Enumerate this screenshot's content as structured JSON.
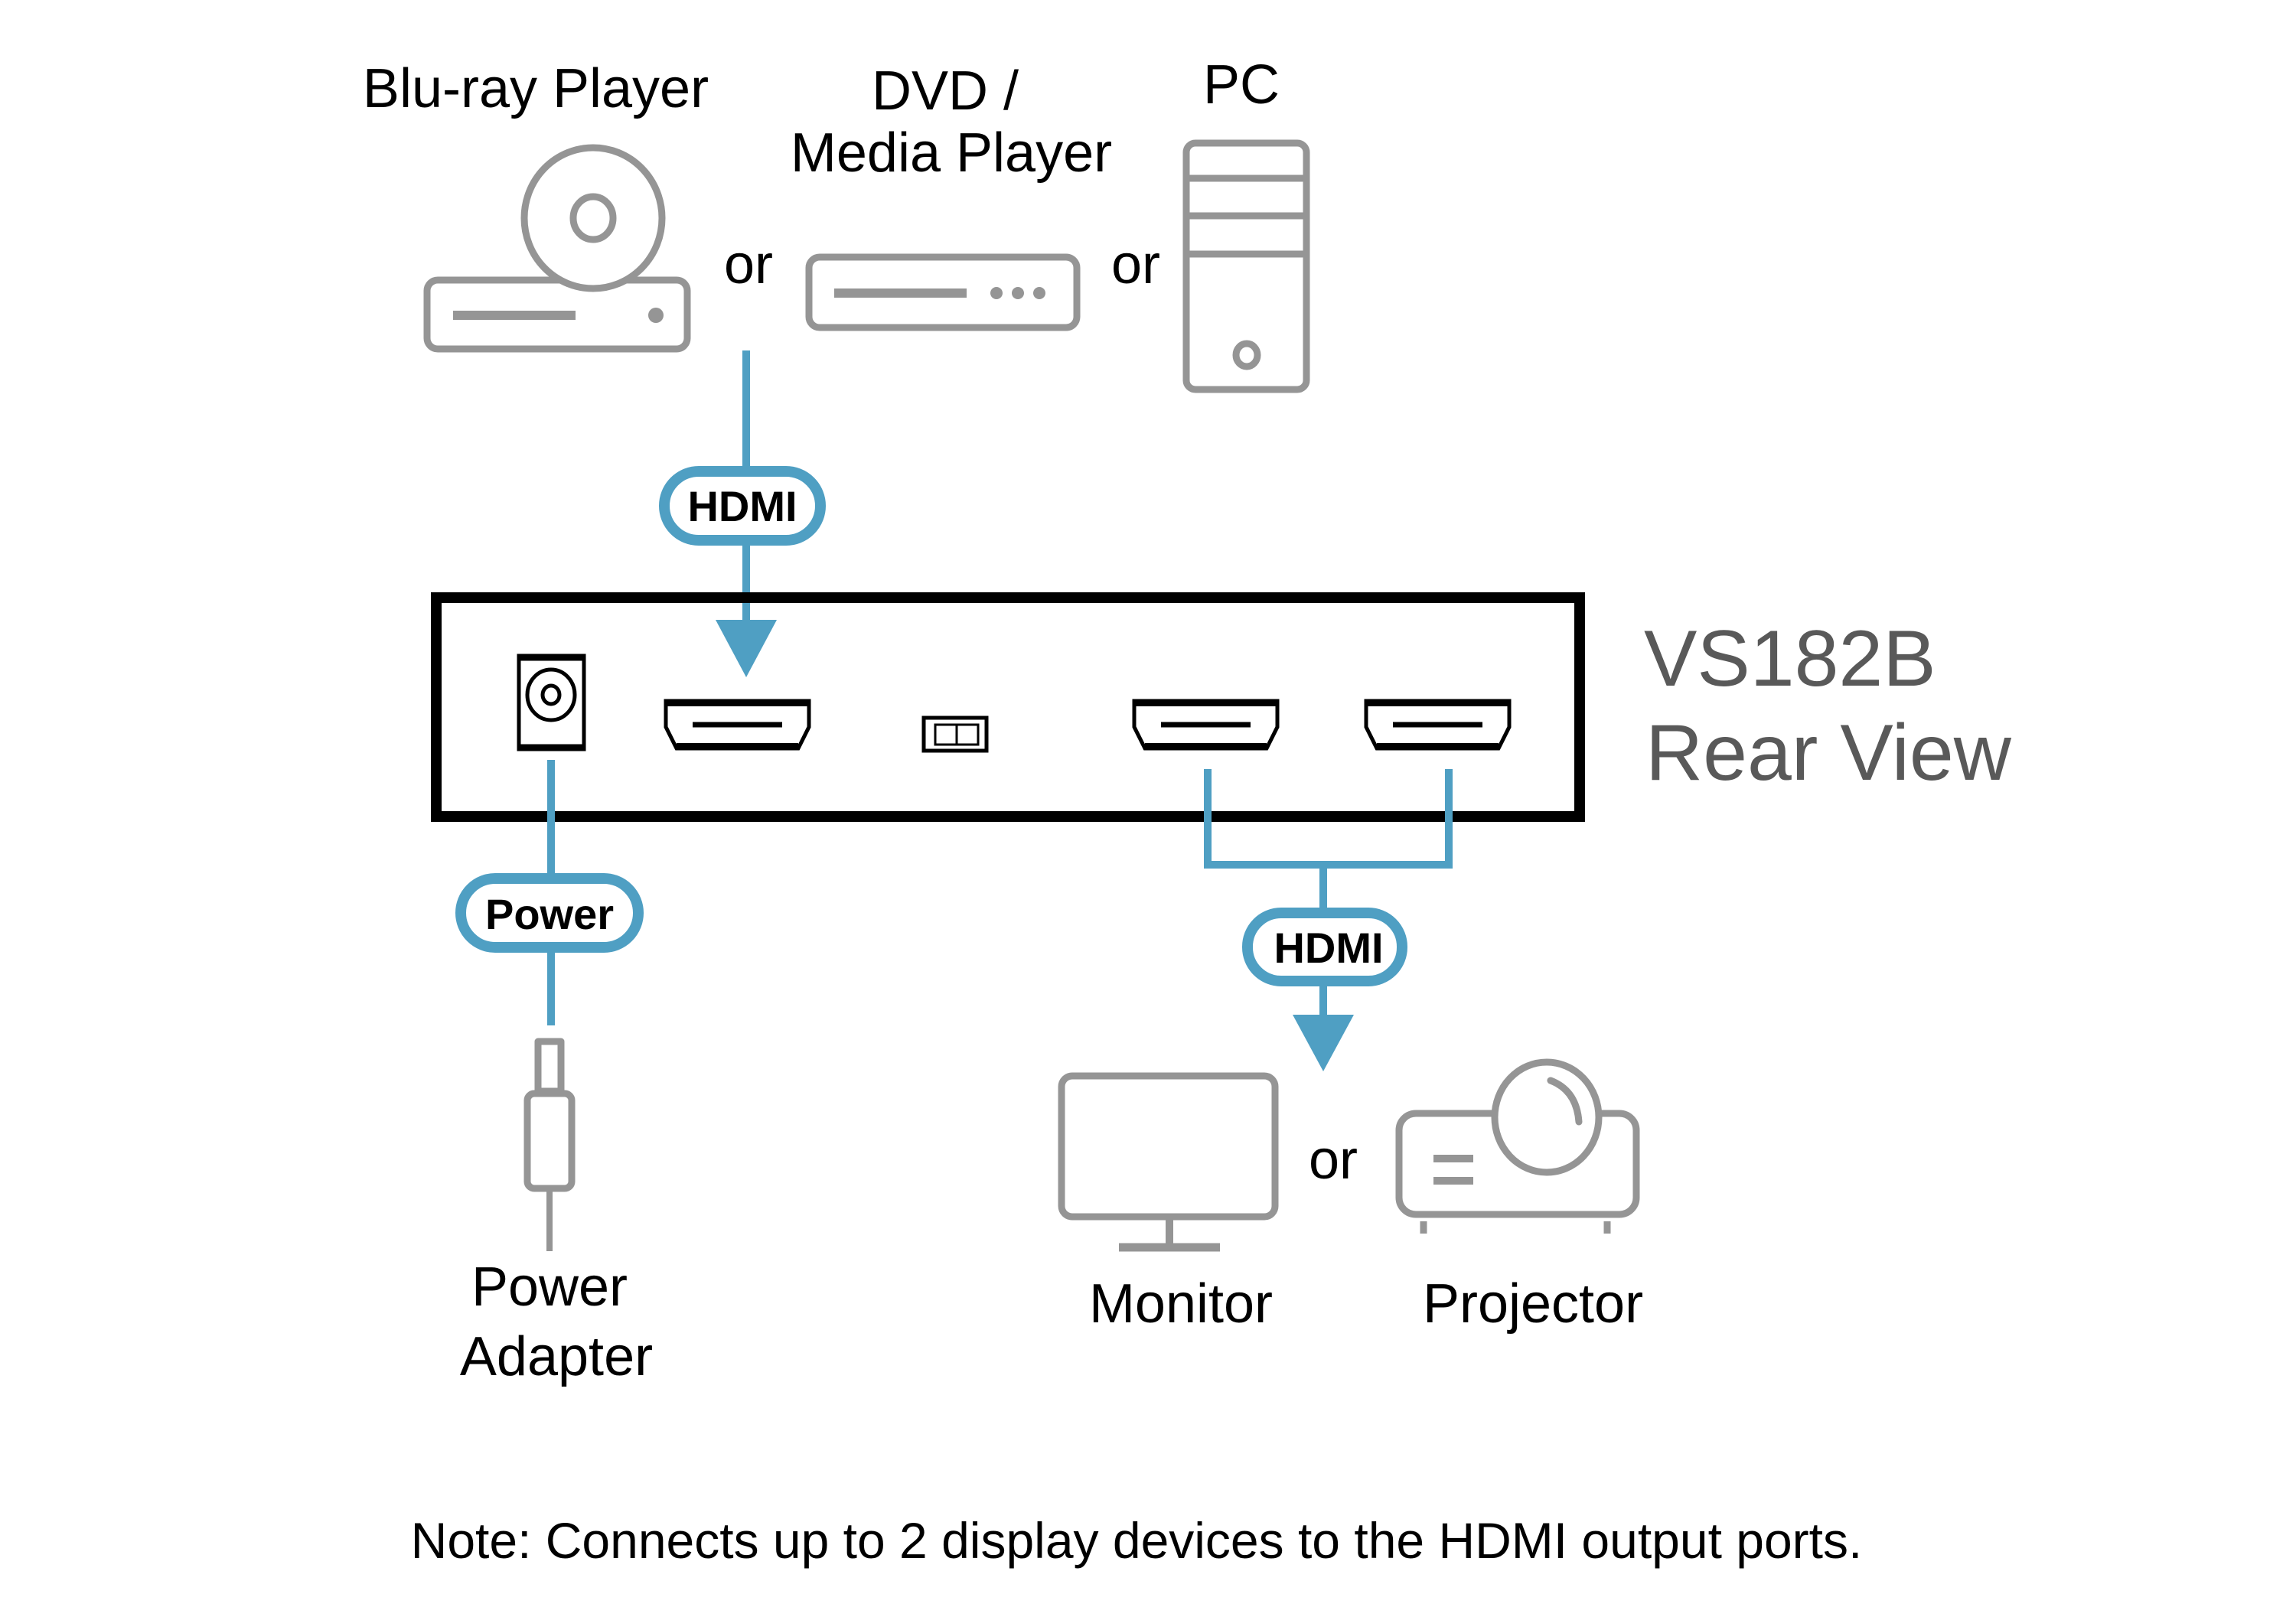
{
  "sources": {
    "bluray": {
      "label": "Blu-ray Player",
      "icon": "bluray-player-icon"
    },
    "dvd": {
      "label_line1": "DVD /",
      "label_line2": "Media Player",
      "icon": "media-player-icon"
    },
    "pc": {
      "label": "PC",
      "icon": "pc-tower-icon"
    },
    "separator": "or"
  },
  "connections": {
    "input_cable": "HDMI",
    "power_cable": "Power",
    "output_cable": "HDMI"
  },
  "device": {
    "model": "VS182B",
    "view": "Rear View",
    "ports": [
      "power-jack",
      "hdmi-input",
      "mode-switch",
      "hdmi-output-1",
      "hdmi-output-2"
    ]
  },
  "power_adapter": {
    "label_line1": "Power",
    "label_line2": "Adapter",
    "icon": "power-plug-icon"
  },
  "displays": {
    "monitor": {
      "label": "Monitor",
      "icon": "monitor-icon"
    },
    "projector": {
      "label": "Projector",
      "icon": "projector-icon"
    },
    "separator": "or"
  },
  "note": "Note: Connects up to 2 display devices to the HDMI output ports.",
  "colors": {
    "accent_blue": "#4f9fc3",
    "icon_gray": "#959595",
    "model_text": "#595959",
    "outline": "#000000"
  }
}
